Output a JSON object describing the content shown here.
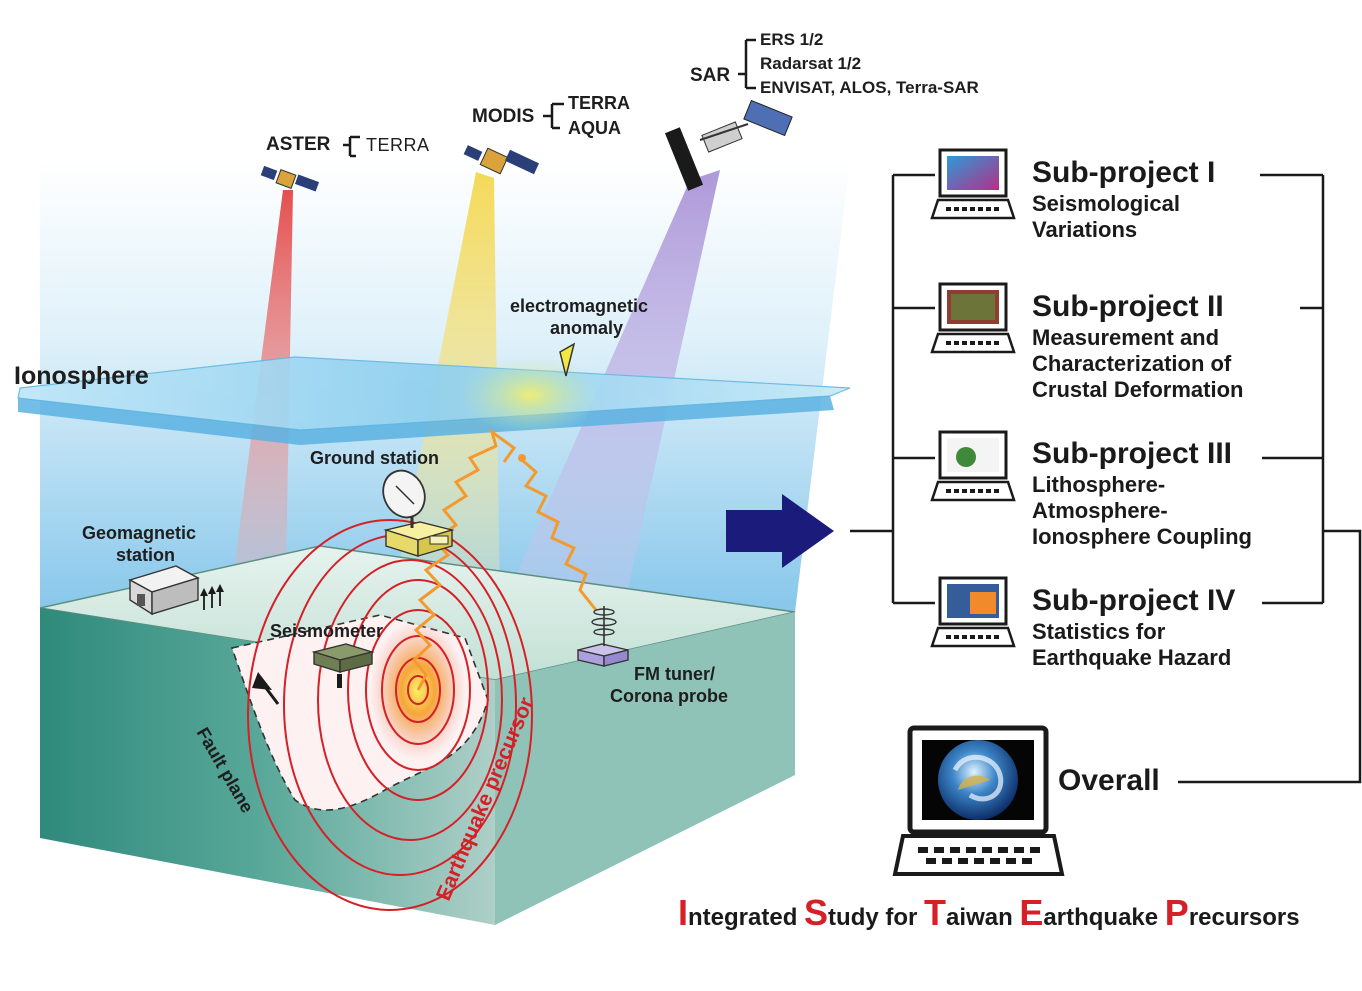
{
  "satellites": {
    "aster": {
      "label": "ASTER",
      "platforms": [
        "TERRA"
      ],
      "beam_color": "#e23b3b"
    },
    "modis": {
      "label": "MODIS",
      "platforms": [
        "TERRA",
        "AQUA"
      ],
      "beam_color": "#f3d33b"
    },
    "sar": {
      "label": "SAR",
      "platforms": [
        "ERS 1/2",
        "Radarsat 1/2",
        "ENVISAT, ALOS, Terra-SAR"
      ],
      "beam_color": "#9b7fd0"
    }
  },
  "scene": {
    "ionosphere": "Ionosphere",
    "em_anomaly": [
      "electromagnetic",
      "anomaly"
    ],
    "ground_station": "Ground station",
    "geomagnetic_station": [
      "Geomagnetic",
      "station"
    ],
    "seismometer": "Seismometer",
    "fm_tuner": [
      "FM tuner/",
      "Corona probe"
    ],
    "fault_plane": "Fault plane",
    "earthquake_precursor": "Earthquake precursor"
  },
  "subprojects": [
    {
      "title": "Sub-project I",
      "desc": [
        "Seismological",
        "Variations"
      ]
    },
    {
      "title": "Sub-project II",
      "desc": [
        "Measurement and",
        "Characterization of",
        "Crustal Deformation"
      ]
    },
    {
      "title": "Sub-project III",
      "desc": [
        "Lithosphere-",
        "Atmosphere-",
        "Ionosphere Coupling"
      ]
    },
    {
      "title": "Sub-project IV",
      "desc": [
        "Statistics for",
        "Earthquake Hazard"
      ]
    }
  ],
  "overall": "Overall",
  "footer": [
    {
      "cap": "I",
      "rest": "ntegrated "
    },
    {
      "cap": "S",
      "rest": "tudy for "
    },
    {
      "cap": "T",
      "rest": "aiwan "
    },
    {
      "cap": "E",
      "rest": "arthquake "
    },
    {
      "cap": "P",
      "rest": "recursors"
    }
  ],
  "colors": {
    "arrow": "#1a1b7a",
    "ground_top": "#cfe6dc",
    "ground_front": "#3f9c8c",
    "ionosphere": "#a9dcf3",
    "precursor_red": "#d52027"
  }
}
